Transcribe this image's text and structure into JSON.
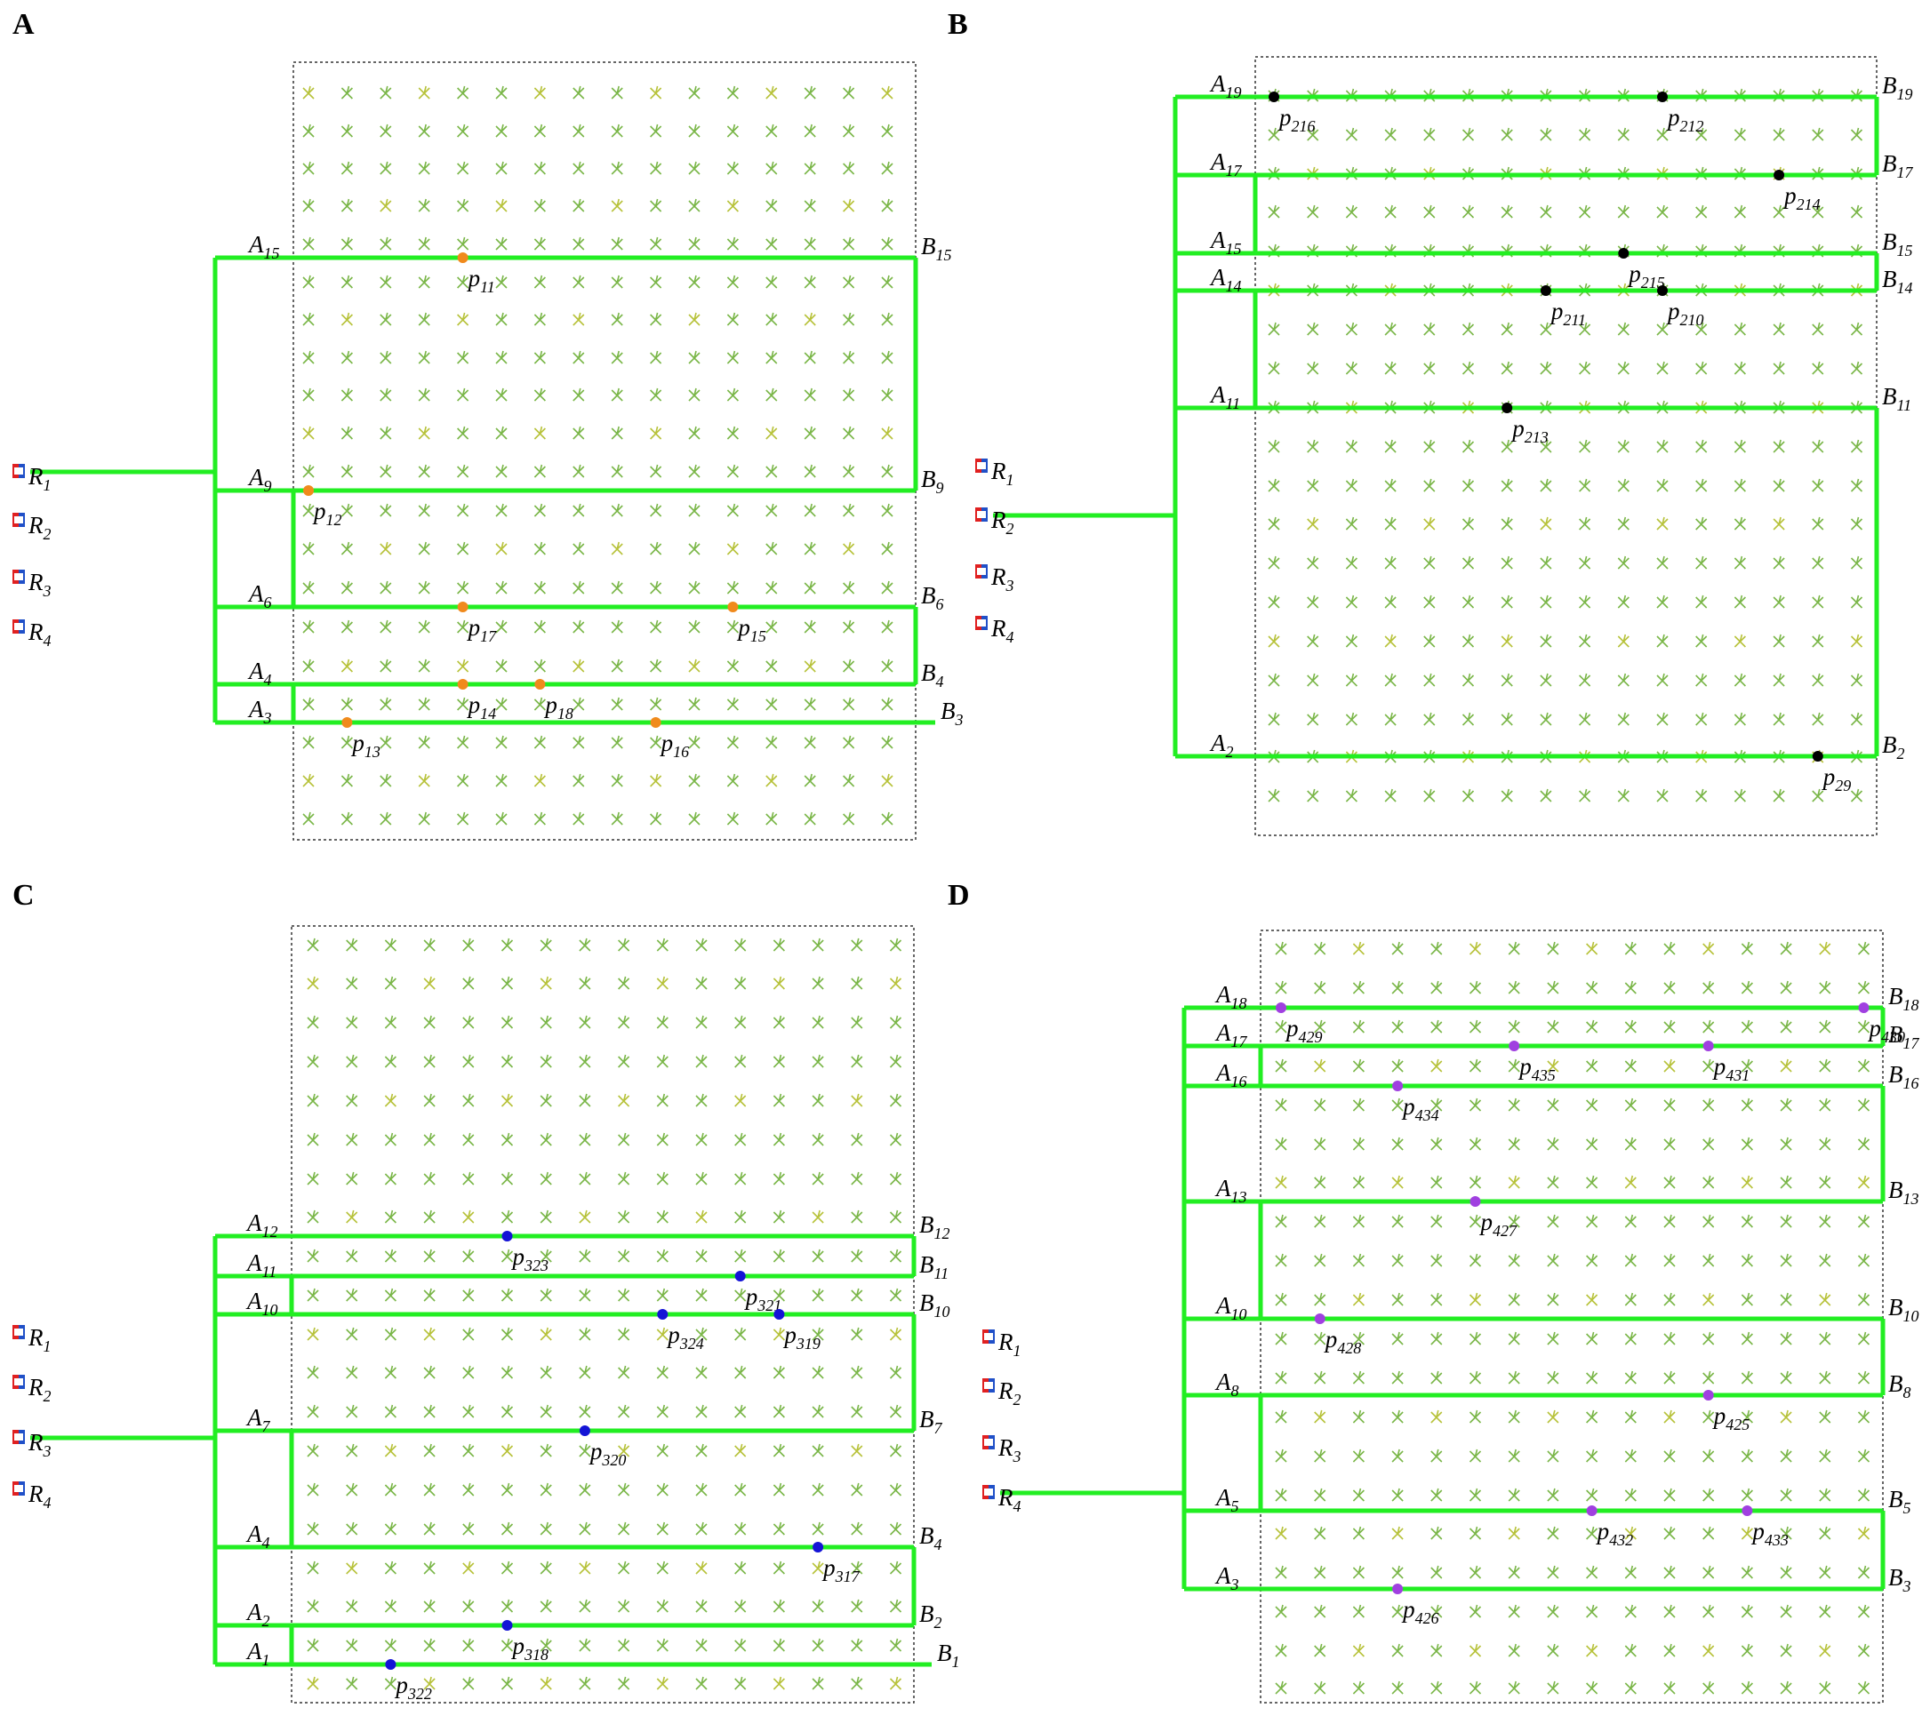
{
  "colors": {
    "path": "#22ee22",
    "field_border": "#333333",
    "plant_a": "#7ab648",
    "plant_b": "#b7c23a",
    "panelA_dots": "#f08a1c",
    "panelB_dots": "#000000",
    "panelC_dots": "#1414d6",
    "panelD_dots": "#a040e0",
    "robot_red": "#e02020",
    "robot_blue": "#2050c8"
  },
  "robots": [
    "R1",
    "R2",
    "R3",
    "R4"
  ],
  "panels": [
    {
      "letter": "A",
      "robot": "R1",
      "dot_color_key": "panelA_dots",
      "rows": [
        {
          "a": "A15",
          "b": "B15"
        },
        {
          "a": "A9",
          "b": "B9"
        },
        {
          "a": "A6",
          "b": "B6"
        },
        {
          "a": "A4",
          "b": "B4"
        },
        {
          "a": "A3",
          "b": "B3"
        }
      ],
      "points": [
        {
          "label": "p11",
          "row": 15,
          "col": 5
        },
        {
          "label": "p12",
          "row": 9,
          "col": 1
        },
        {
          "label": "p17",
          "row": 6,
          "col": 5
        },
        {
          "label": "p15",
          "row": 6,
          "col": 12
        },
        {
          "label": "p14",
          "row": 4,
          "col": 5
        },
        {
          "label": "p18",
          "row": 4,
          "col": 7
        },
        {
          "label": "p13",
          "row": 3,
          "col": 2
        },
        {
          "label": "p16",
          "row": 3,
          "col": 10
        }
      ]
    },
    {
      "letter": "B",
      "robot": "R2",
      "dot_color_key": "panelB_dots",
      "rows": [
        {
          "a": "A19",
          "b": "B19"
        },
        {
          "a": "A17",
          "b": "B17"
        },
        {
          "a": "A15",
          "b": "B15"
        },
        {
          "a": "A14",
          "b": "B14"
        },
        {
          "a": "A11",
          "b": "B11"
        },
        {
          "a": "A2",
          "b": "B2"
        }
      ],
      "points": [
        {
          "label": "p216",
          "row": 19,
          "col": 1
        },
        {
          "label": "p212",
          "row": 19,
          "col": 11
        },
        {
          "label": "p214",
          "row": 17,
          "col": 14
        },
        {
          "label": "p215",
          "row": 15,
          "col": 10
        },
        {
          "label": "p211",
          "row": 14,
          "col": 8
        },
        {
          "label": "p210",
          "row": 14,
          "col": 11
        },
        {
          "label": "p213",
          "row": 11,
          "col": 7
        },
        {
          "label": "p29",
          "row": 2,
          "col": 15
        }
      ]
    },
    {
      "letter": "C",
      "robot": "R3",
      "dot_color_key": "panelC_dots",
      "rows": [
        {
          "a": "A12",
          "b": "B12"
        },
        {
          "a": "A11",
          "b": "B11"
        },
        {
          "a": "A10",
          "b": "B10"
        },
        {
          "a": "A7",
          "b": "B7"
        },
        {
          "a": "A4",
          "b": "B4"
        },
        {
          "a": "A2",
          "b": "B2"
        },
        {
          "a": "A1",
          "b": "B1"
        }
      ],
      "points": [
        {
          "label": "p323",
          "row": 12,
          "col": 6
        },
        {
          "label": "p321",
          "row": 11,
          "col": 12
        },
        {
          "label": "p324",
          "row": 10,
          "col": 10
        },
        {
          "label": "p319",
          "row": 10,
          "col": 13
        },
        {
          "label": "p320",
          "row": 7,
          "col": 8
        },
        {
          "label": "p317",
          "row": 4,
          "col": 14
        },
        {
          "label": "p318",
          "row": 2,
          "col": 6
        },
        {
          "label": "p322",
          "row": 1,
          "col": 3
        }
      ]
    },
    {
      "letter": "D",
      "robot": "R4",
      "dot_color_key": "panelD_dots",
      "rows": [
        {
          "a": "A18",
          "b": "B18"
        },
        {
          "a": "A17",
          "b": "B17"
        },
        {
          "a": "A16",
          "b": "B16"
        },
        {
          "a": "A13",
          "b": "B13"
        },
        {
          "a": "A10",
          "b": "B10"
        },
        {
          "a": "A8",
          "b": "B8"
        },
        {
          "a": "A5",
          "b": "B5"
        },
        {
          "a": "A3",
          "b": "B3"
        }
      ],
      "points": [
        {
          "label": "p429",
          "row": 18,
          "col": 1
        },
        {
          "label": "p430",
          "row": 18,
          "col": 16
        },
        {
          "label": "p435",
          "row": 17,
          "col": 7
        },
        {
          "label": "p431",
          "row": 17,
          "col": 12
        },
        {
          "label": "p434",
          "row": 16,
          "col": 4
        },
        {
          "label": "p427",
          "row": 13,
          "col": 6
        },
        {
          "label": "p428",
          "row": 10,
          "col": 2
        },
        {
          "label": "p425",
          "row": 8,
          "col": 12
        },
        {
          "label": "p432",
          "row": 5,
          "col": 9
        },
        {
          "label": "p433",
          "row": 5,
          "col": 13
        },
        {
          "label": "p426",
          "row": 3,
          "col": 4
        }
      ]
    }
  ]
}
